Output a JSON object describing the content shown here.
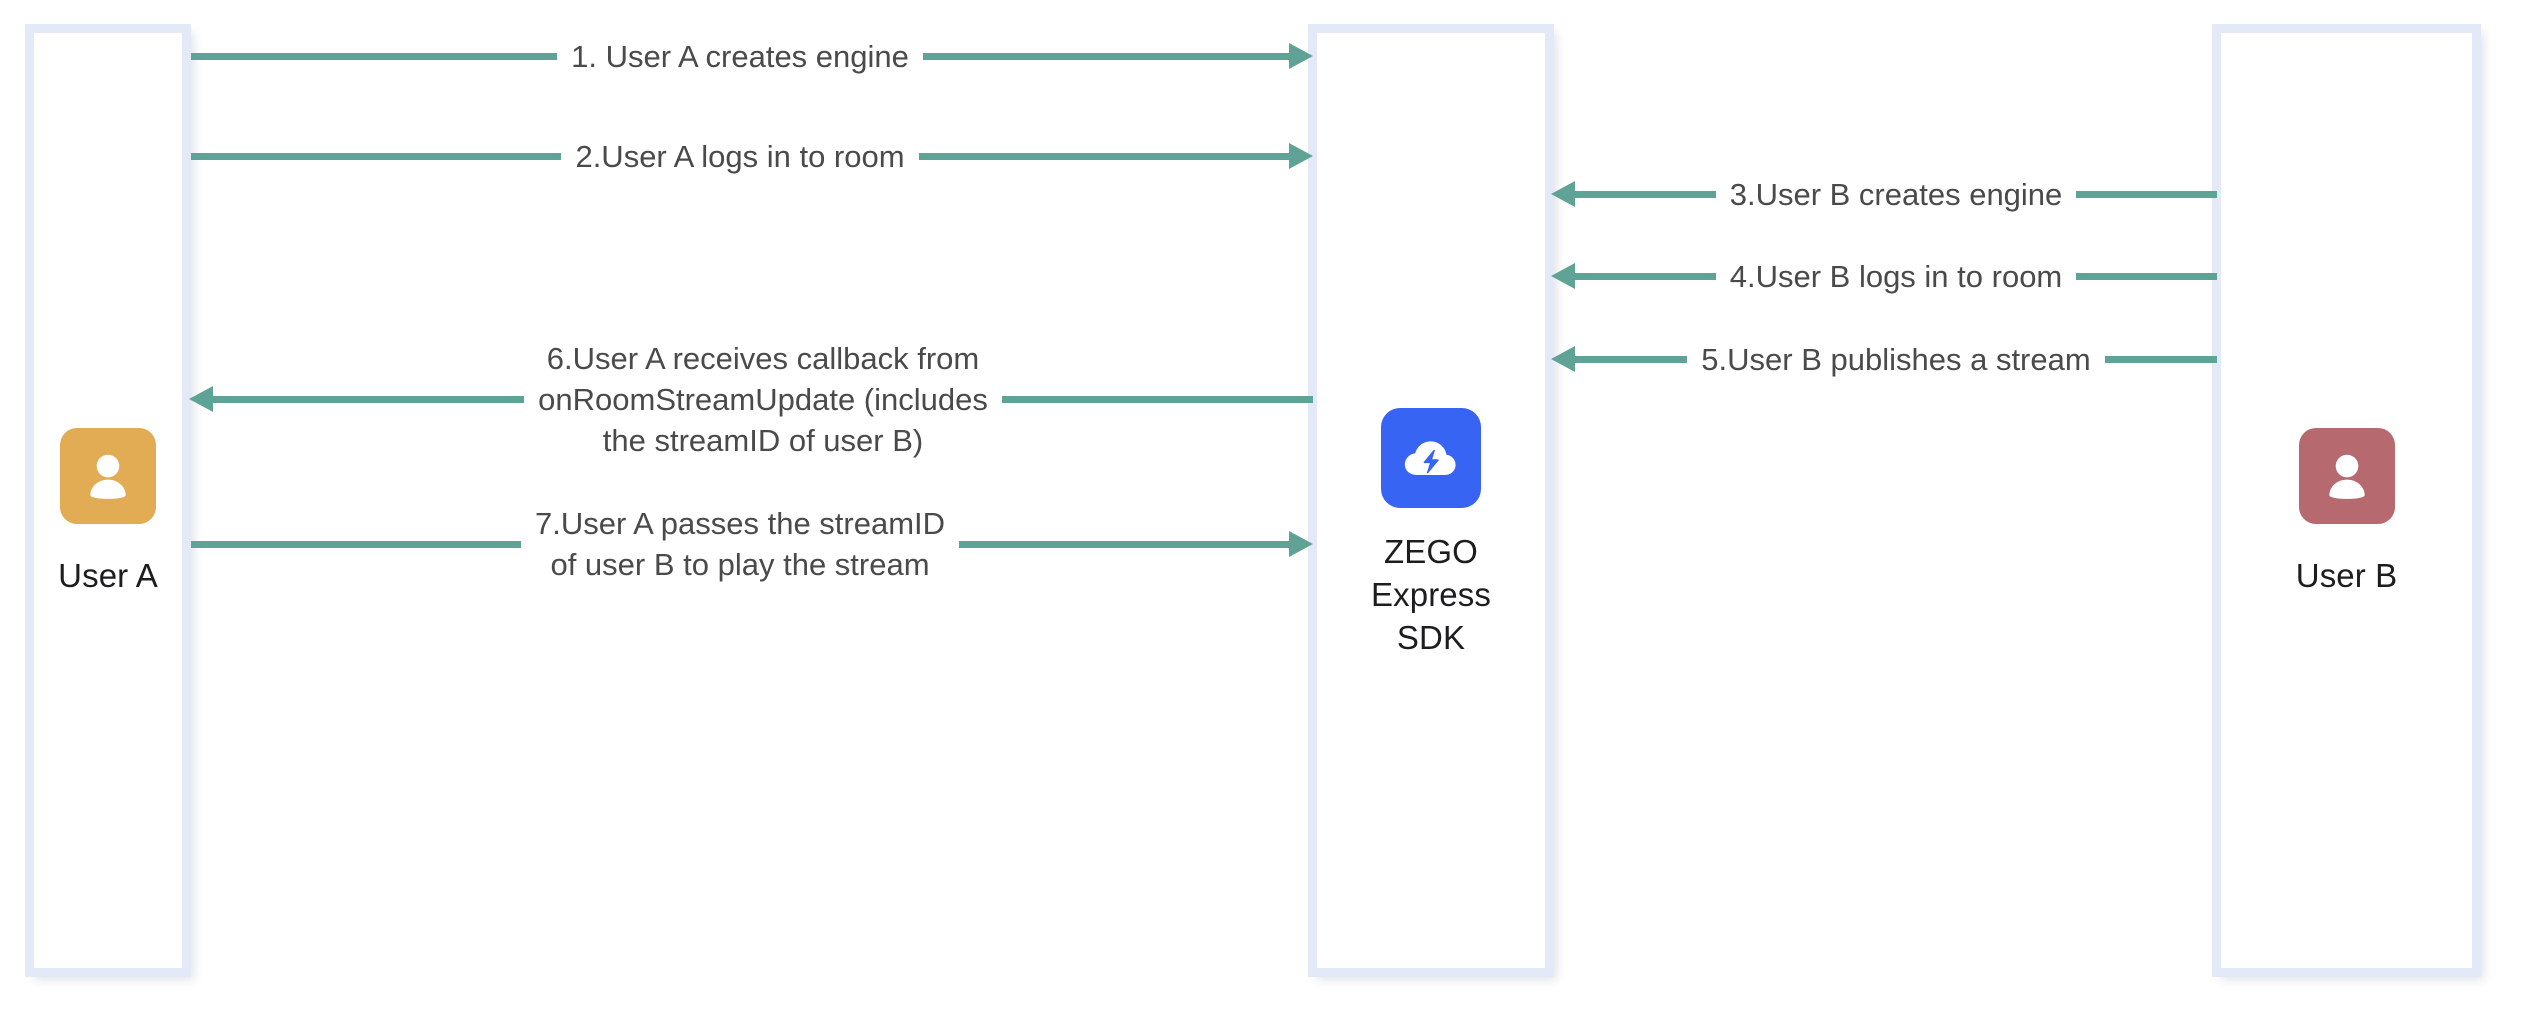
{
  "diagram": {
    "type": "sequence-diagram",
    "title": "ZEGO Express SDK publish and play stream flow",
    "background_color": "#ffffff",
    "arrow_color": "#5fa396",
    "lifeline_border_color": "#e4e9f8",
    "text_color": "#4a4a4a"
  },
  "actors": [
    {
      "id": "user-a",
      "label": "User A",
      "icon": "person-avatar-icon",
      "icon_color": "#e2ac54",
      "icon_glyph_color": "#ffffff"
    },
    {
      "id": "zego-sdk",
      "label": "ZEGO\nExpress\nSDK",
      "icon": "cloud-lightning-icon",
      "icon_color": "#3864f4",
      "icon_glyph_color": "#ffffff"
    },
    {
      "id": "user-b",
      "label": "User B",
      "icon": "person-avatar-icon",
      "icon_color": "#b66a6f",
      "icon_glyph_color": "#ffffff"
    }
  ],
  "messages": [
    {
      "step": 1,
      "text": "1. User A creates engine",
      "from": "user-a",
      "to": "zego-sdk",
      "direction": "right"
    },
    {
      "step": 2,
      "text": "2.User A logs in to room",
      "from": "user-a",
      "to": "zego-sdk",
      "direction": "right"
    },
    {
      "step": 3,
      "text": "3.User B creates engine",
      "from": "user-b",
      "to": "zego-sdk",
      "direction": "left"
    },
    {
      "step": 4,
      "text": "4.User B logs in to room",
      "from": "user-b",
      "to": "zego-sdk",
      "direction": "left"
    },
    {
      "step": 5,
      "text": "5.User B publishes a stream",
      "from": "user-b",
      "to": "zego-sdk",
      "direction": "left"
    },
    {
      "step": 6,
      "text": "6.User A receives callback from\nonRoomStreamUpdate (includes\nthe streamID of user B)",
      "from": "zego-sdk",
      "to": "user-a",
      "direction": "left"
    },
    {
      "step": 7,
      "text": "7.User A passes the streamID\nof user B to play the stream",
      "from": "user-a",
      "to": "zego-sdk",
      "direction": "right"
    }
  ]
}
